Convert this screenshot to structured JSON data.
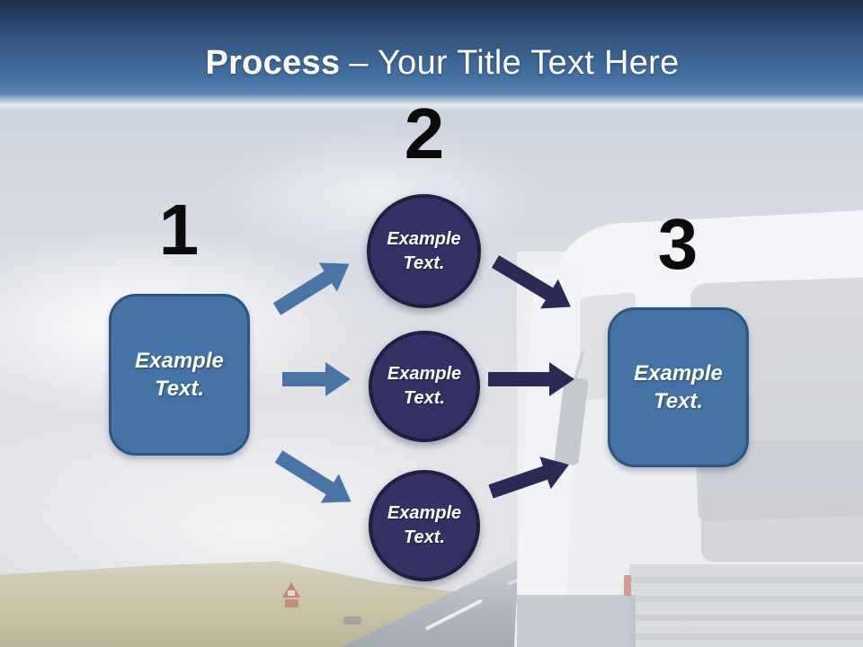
{
  "slide_title": {
    "emphasis": "Process",
    "rest": "– Your Title Text Here"
  },
  "diagram": {
    "step1": {
      "number": "1",
      "shape": "rounded-rectangle",
      "label": "Example Text."
    },
    "step2": {
      "number": "2",
      "shape": "circle-group",
      "labels": [
        "Example Text.",
        "Example Text.",
        "Example Text."
      ]
    },
    "step3": {
      "number": "3",
      "shape": "rounded-rectangle",
      "label": "Example Text."
    }
  },
  "colors": {
    "banner_top": "#1e2e45",
    "banner_mid": "#40689a",
    "banner_bottom": "#4a76a8",
    "box_fill": "#4573a5",
    "box_border": "#2d567f",
    "circle_fill": "#343264",
    "circle_border": "#201f41",
    "arrow_left": "#4a74a6",
    "arrow_right": "#2b2a55",
    "number_color": "#0b0b0c",
    "title_color": "#ffffff"
  }
}
